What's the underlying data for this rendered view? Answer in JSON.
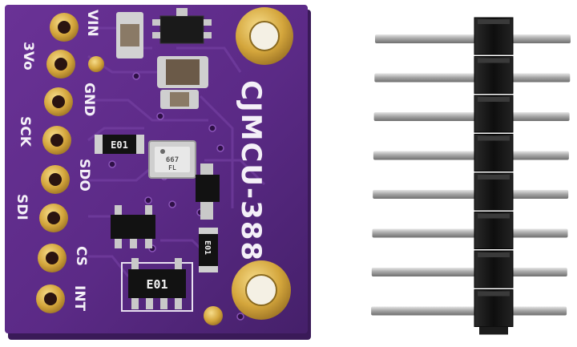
{
  "board": {
    "model": "CJMCU-388",
    "pins": [
      "VIN",
      "3Vo",
      "GND",
      "SCK",
      "SDO",
      "SDI",
      "CS",
      "INT"
    ],
    "chip_marks": [
      "E01",
      "E01",
      "E01"
    ],
    "sensor_mark": "667",
    "sensor_sub": "FL"
  },
  "colors": {
    "pcb": "#5b2a86",
    "gold": "#d9b24a",
    "header_plastic": "#141414",
    "header_pin": "#b9b9b9"
  }
}
